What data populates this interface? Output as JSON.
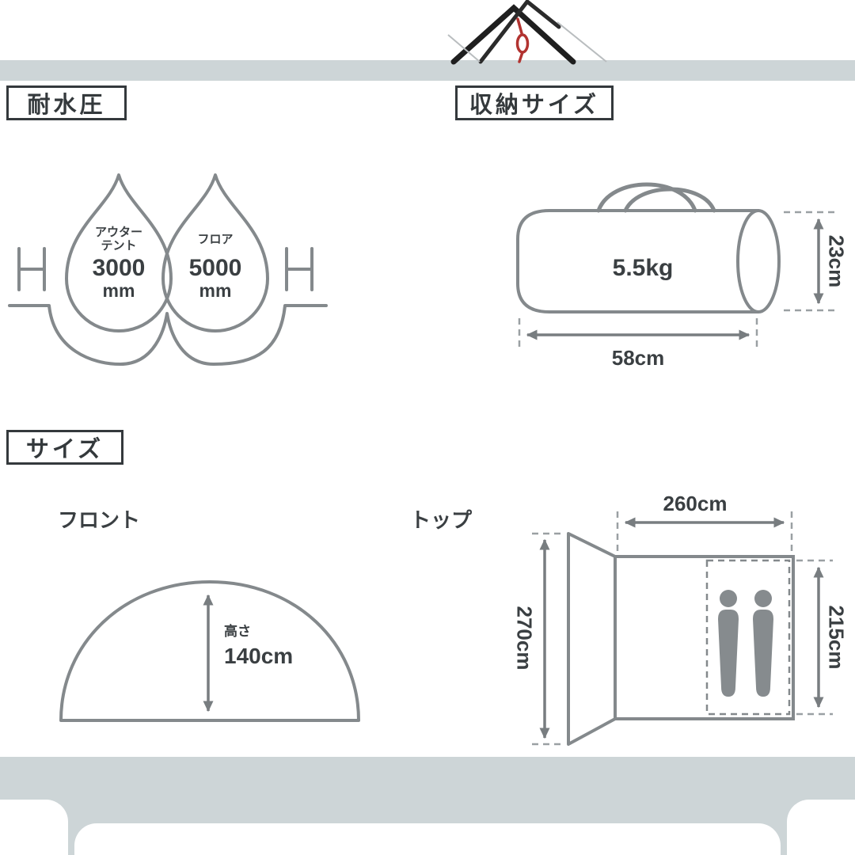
{
  "colors": {
    "band": "#cdd5d7",
    "line": "#84898c",
    "text": "#3a3f42",
    "accent_red": "#b23330"
  },
  "water_resistance": {
    "title": "耐水圧",
    "drops": [
      {
        "label_line1": "アウター",
        "label_line2": "テント",
        "value": "3000",
        "unit": "mm"
      },
      {
        "label_line1": "フロア",
        "label_line2": "",
        "value": "5000",
        "unit": "mm"
      }
    ]
  },
  "storage": {
    "title": "収納サイズ",
    "weight": "5.5kg",
    "height": "23cm",
    "length": "58cm"
  },
  "size": {
    "title": "サイズ",
    "front": {
      "label": "フロント",
      "dim_caption": "高さ",
      "dim_value": "140cm"
    },
    "top": {
      "label": "トップ",
      "width": "260cm",
      "depth": "270cm",
      "inner_length": "215cm"
    }
  }
}
